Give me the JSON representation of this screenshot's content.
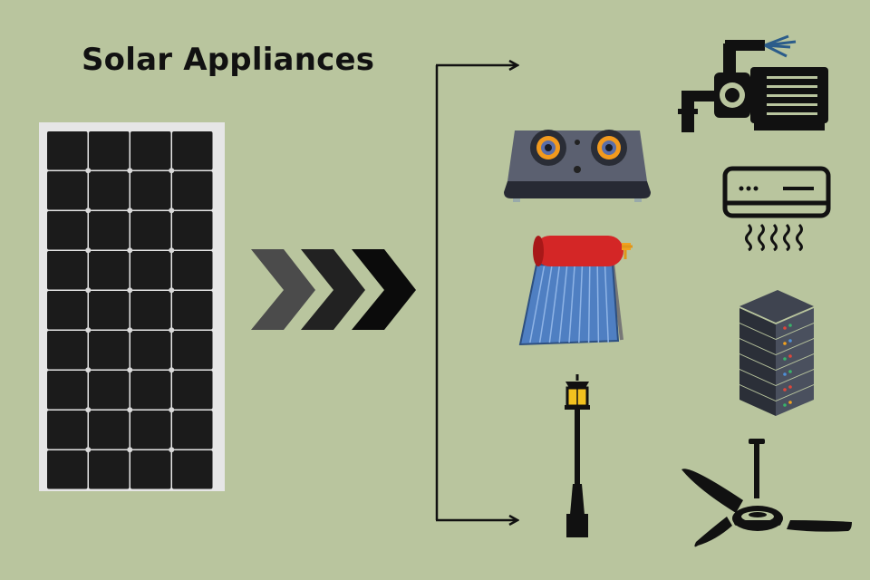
{
  "diagram": {
    "title": "Solar Appliances",
    "source": "solar panel",
    "flow_chevrons": 3,
    "appliances": [
      "water-pump-icon",
      "gas-stove-icon",
      "air-conditioner-icon",
      "solar-water-heater-icon",
      "server-rack-icon",
      "street-lamp-icon",
      "ceiling-fan-icon"
    ],
    "colors": {
      "background": "#b9c59e",
      "panel_cell": "#1b1b1b",
      "panel_frame": "#e6e6e6",
      "heater_tank": "#d42626",
      "heater_panel": "#4f7fc2",
      "lamp_glow": "#f2c21f",
      "pump_spray": "#2b5c8a"
    }
  }
}
